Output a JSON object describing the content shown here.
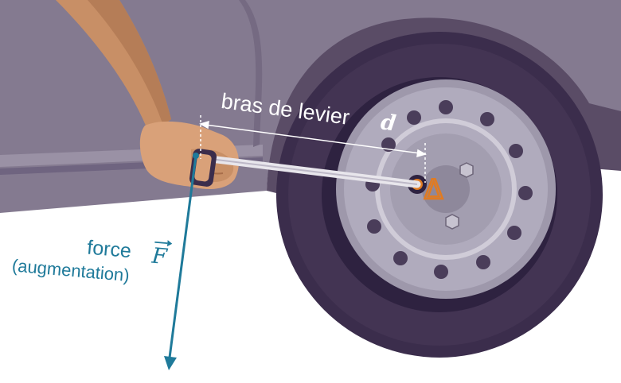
{
  "diagram": {
    "lever_arm_label": "bras de levier",
    "lever_arm_symbol": "d",
    "force_label": "force",
    "force_symbol": "F",
    "force_note": "(augmentation)",
    "axis_symbol": "Δ"
  },
  "colors": {
    "car_body": "#847a90",
    "car_dark": "#4e4358",
    "tire": "#3b2d4c",
    "rim": "#a8a3b4",
    "force_vector": "#1f7a9a",
    "axis_marker": "#e07b22",
    "skin": "#d9a179"
  }
}
